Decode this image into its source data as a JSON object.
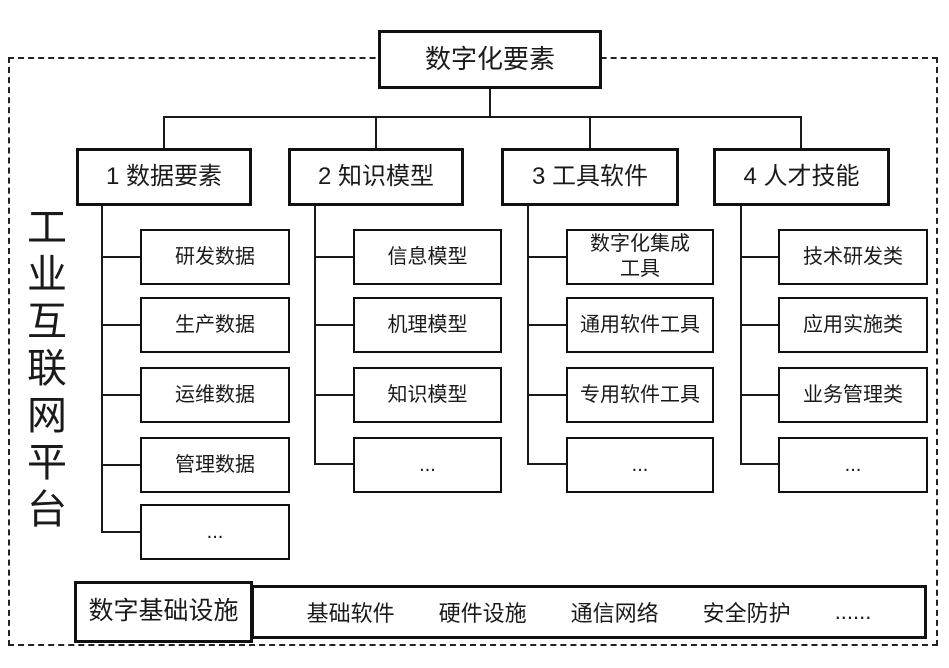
{
  "diagram": {
    "root_label": "数字化要素",
    "side_label": "工业互联网平台",
    "columns": [
      {
        "label": "1 数据要素",
        "children": [
          "研发数据",
          "生产数据",
          "运维数据",
          "管理数据",
          "..."
        ]
      },
      {
        "label": "2 知识模型",
        "children": [
          "信息模型",
          "机理模型",
          "知识模型",
          "..."
        ]
      },
      {
        "label": "3 工具软件",
        "children": [
          "数字化集成\n工具",
          "通用软件工具",
          "专用软件工具",
          "..."
        ]
      },
      {
        "label": "4 人才技能",
        "children": [
          "技术研发类",
          "应用实施类",
          "业务管理类",
          "..."
        ]
      }
    ],
    "infrastructure": {
      "label": "数字基础设施",
      "items": [
        "基础软件",
        "硬件设施",
        "通信网络",
        "安全防护",
        "......"
      ]
    },
    "colors": {
      "line": "#1a1a1a",
      "background": "#ffffff"
    }
  }
}
